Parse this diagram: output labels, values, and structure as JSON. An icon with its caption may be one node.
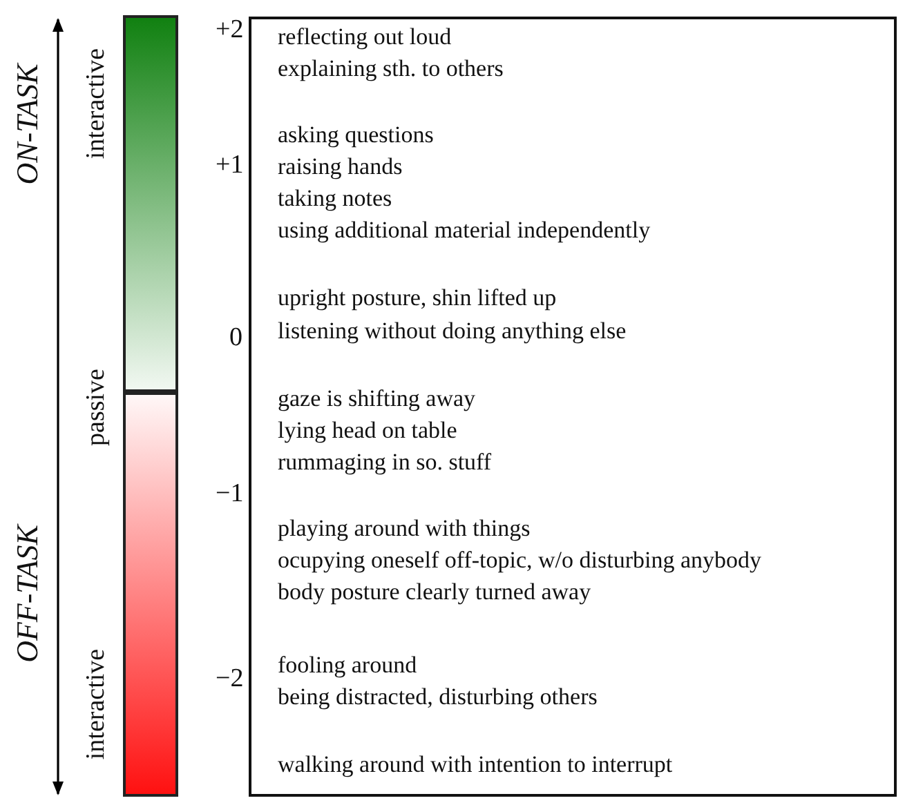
{
  "diagram": {
    "nodes": [
      {
        "text": [
          "reflecting out loud",
          "explaining sth. to others",
          "asking questions",
          "raising hands",
          "taking notes",
          "using additional material independently",
          "upright posture, shin lifted up",
          "listening without doing anything else",
          "gaze is shifting away",
          "lying head on table",
          "rummaging in so. stuff",
          "playing around with things",
          "ocupying oneself off-topic, w/o disturbing anybody",
          "body posture clearly turned away",
          "fooling around",
          "being distracted, disturbing others",
          "walking around with intention to interrupt"
        ]
      }
    ],
    "labels": [
      "ON-TASK",
      "OFF-TASK",
      "interactive",
      "passive",
      "interactive",
      "+2",
      "+1",
      "0",
      "−1",
      "−2"
    ]
  }
}
